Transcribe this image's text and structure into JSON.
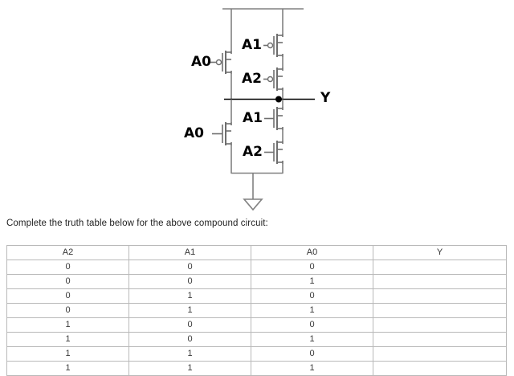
{
  "circuit": {
    "title_label": "",
    "output_label": "Y",
    "supply_rail_label": "",
    "ground_label": "",
    "pullup": {
      "parallel_device_label": "A0",
      "series_device_labels": [
        "A1",
        "A2"
      ],
      "device_type": "pmos"
    },
    "pulldown": {
      "parallel_device_label": "A0",
      "series_device_labels": [
        "A1",
        "A2"
      ],
      "device_type": "nmos"
    },
    "wire_color": "#808080",
    "device_color": "#6e6e6e",
    "node_dot_color": "#000000",
    "label_color": "#000000"
  },
  "prompt": {
    "text": "Complete the truth table below for the above compound circuit:"
  },
  "truth_table": {
    "headers": [
      "A2",
      "A1",
      "A0",
      "Y"
    ],
    "rows": [
      [
        "0",
        "0",
        "0",
        ""
      ],
      [
        "0",
        "0",
        "1",
        ""
      ],
      [
        "0",
        "1",
        "0",
        ""
      ],
      [
        "0",
        "1",
        "1",
        ""
      ],
      [
        "1",
        "0",
        "0",
        ""
      ],
      [
        "1",
        "0",
        "1",
        ""
      ],
      [
        "1",
        "1",
        "0",
        ""
      ],
      [
        "1",
        "1",
        "1",
        ""
      ]
    ]
  }
}
